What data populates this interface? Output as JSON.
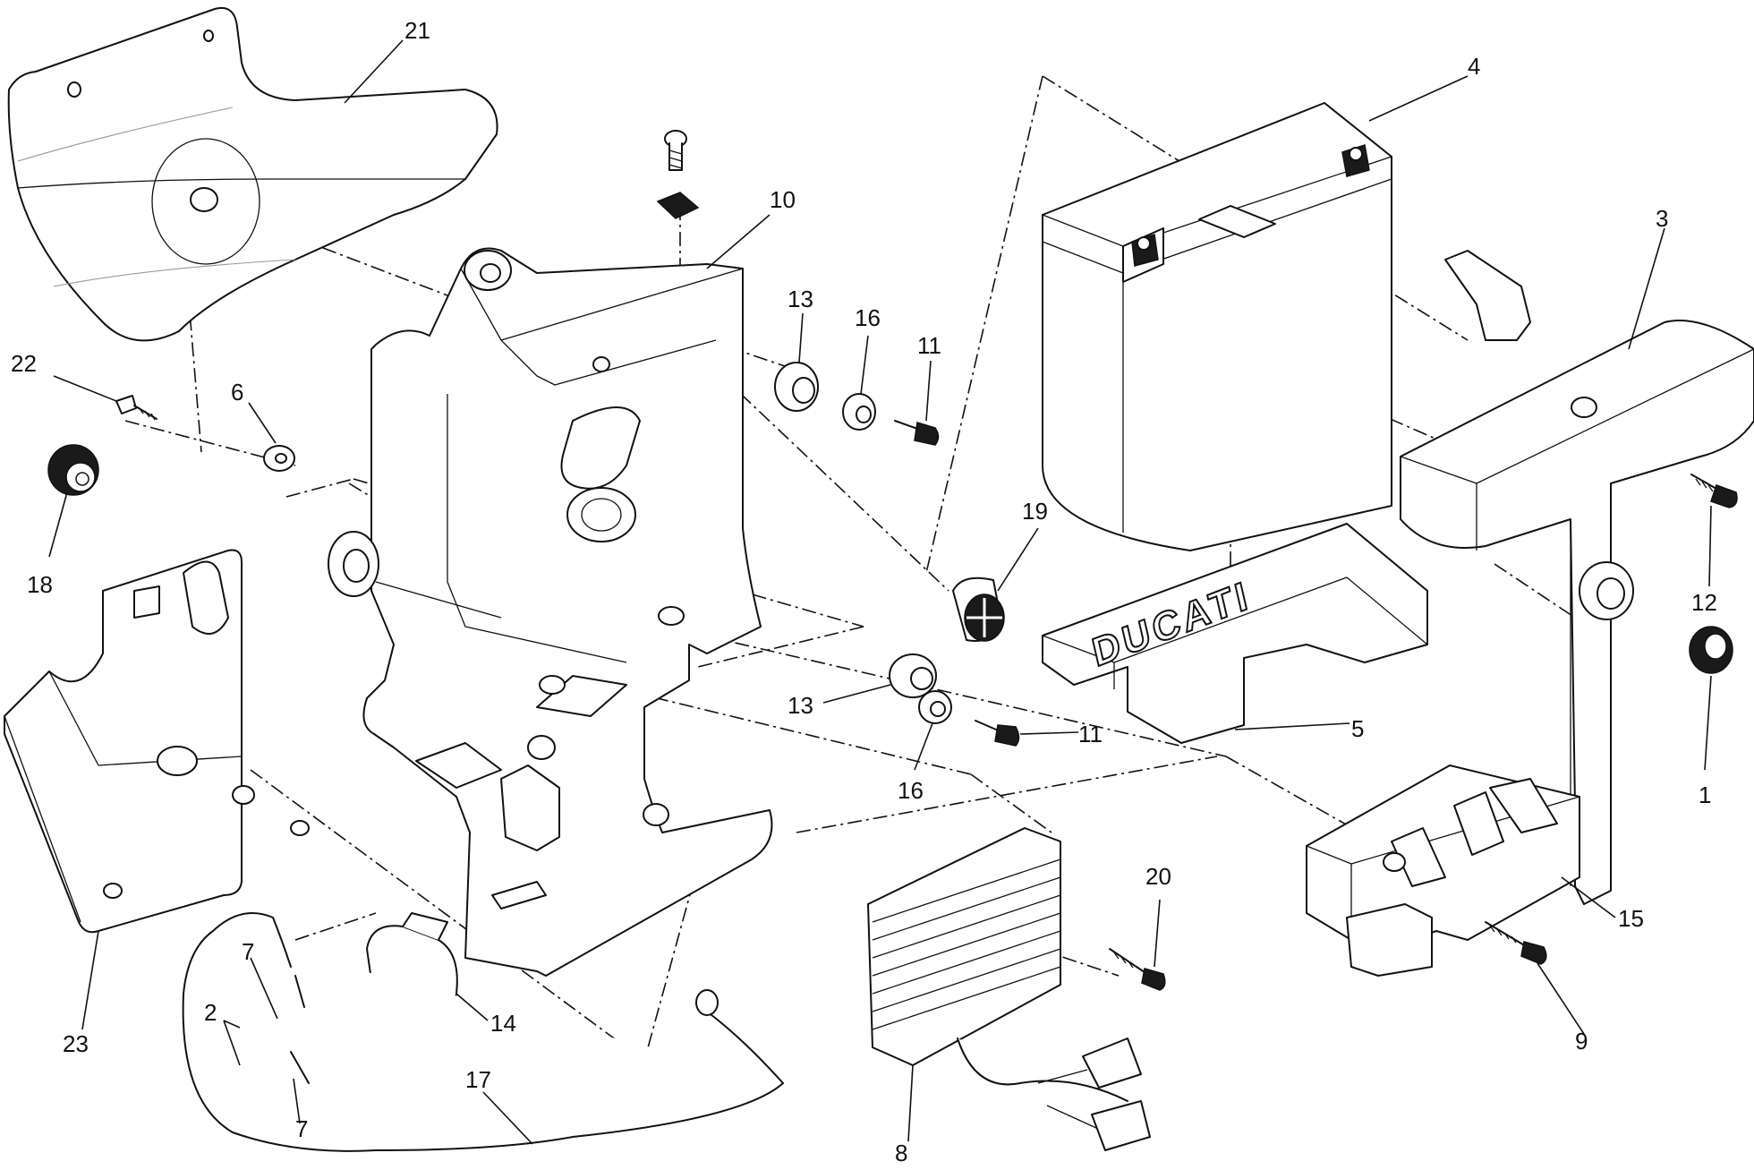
{
  "diagram": {
    "brand_logo": "DUCATI",
    "callouts": [
      {
        "id": "c1",
        "label": "1"
      },
      {
        "id": "c2",
        "label": "2"
      },
      {
        "id": "c3",
        "label": "3"
      },
      {
        "id": "c4",
        "label": "4"
      },
      {
        "id": "c5",
        "label": "5"
      },
      {
        "id": "c6",
        "label": "6"
      },
      {
        "id": "c7a",
        "label": "7"
      },
      {
        "id": "c7b",
        "label": "7"
      },
      {
        "id": "c8",
        "label": "8"
      },
      {
        "id": "c9",
        "label": "9"
      },
      {
        "id": "c10",
        "label": "10"
      },
      {
        "id": "c11a",
        "label": "11"
      },
      {
        "id": "c11b",
        "label": "11"
      },
      {
        "id": "c12",
        "label": "12"
      },
      {
        "id": "c13a",
        "label": "13"
      },
      {
        "id": "c13b",
        "label": "13"
      },
      {
        "id": "c14",
        "label": "14"
      },
      {
        "id": "c15",
        "label": "15"
      },
      {
        "id": "c16a",
        "label": "16"
      },
      {
        "id": "c16b",
        "label": "16"
      },
      {
        "id": "c17",
        "label": "17"
      },
      {
        "id": "c18",
        "label": "18"
      },
      {
        "id": "c19",
        "label": "19"
      },
      {
        "id": "c20",
        "label": "20"
      },
      {
        "id": "c21",
        "label": "21"
      },
      {
        "id": "c22",
        "label": "22"
      },
      {
        "id": "c23",
        "label": "23"
      }
    ]
  }
}
